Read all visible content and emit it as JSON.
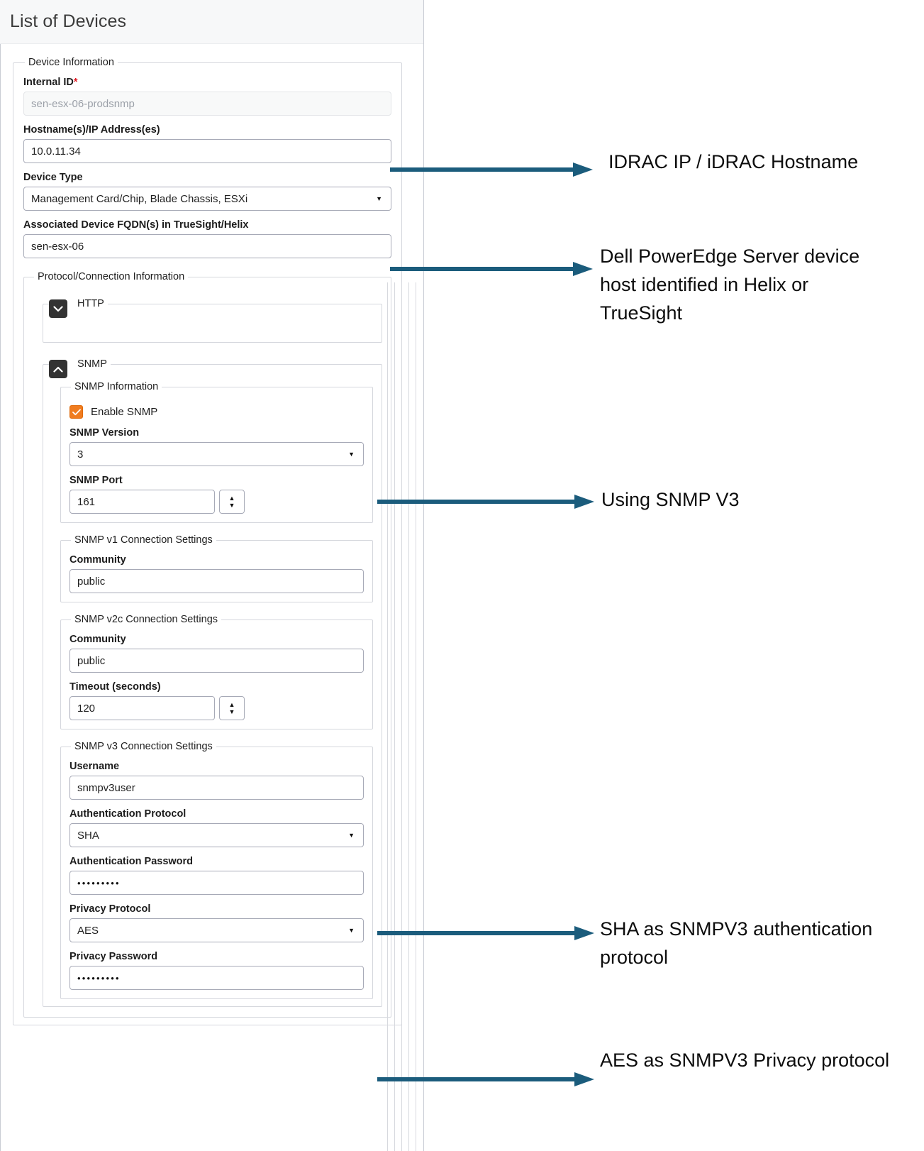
{
  "header": {
    "title": "List of Devices"
  },
  "device_information": {
    "legend": "Device Information",
    "internal_id": {
      "label": "Internal ID",
      "required_marker": "*",
      "placeholder": "sen-esx-06-prodsnmp",
      "value": ""
    },
    "hostname": {
      "label": "Hostname(s)/IP Address(es)",
      "value": "10.0.11.34"
    },
    "device_type": {
      "label": "Device Type",
      "value": "Management Card/Chip, Blade Chassis, ESXi"
    },
    "associated_fqdn": {
      "label": "Associated Device FQDN(s) in TrueSight/Helix",
      "value": "sen-esx-06"
    }
  },
  "protocol": {
    "legend": "Protocol/Connection Information",
    "http": {
      "label": "HTTP",
      "icon": "chevron-down-icon",
      "expanded": false
    },
    "snmp": {
      "label": "SNMP",
      "icon": "chevron-up-icon",
      "expanded": true
    },
    "snmp_information": {
      "legend": "SNMP Information",
      "enable": {
        "label": "Enable SNMP",
        "checked": true
      },
      "version": {
        "label": "SNMP Version",
        "value": "3"
      },
      "port": {
        "label": "SNMP Port",
        "value": "161"
      }
    },
    "snmp_v1": {
      "legend": "SNMP v1 Connection Settings",
      "community": {
        "label": "Community",
        "value": "public"
      }
    },
    "snmp_v2c": {
      "legend": "SNMP v2c Connection Settings",
      "community": {
        "label": "Community",
        "value": "public"
      },
      "timeout": {
        "label": "Timeout (seconds)",
        "value": "120"
      }
    },
    "snmp_v3": {
      "legend": "SNMP v3 Connection Settings",
      "username": {
        "label": "Username",
        "value": "snmpv3user"
      },
      "auth_protocol": {
        "label": "Authentication Protocol",
        "value": "SHA"
      },
      "auth_password": {
        "label": "Authentication Password",
        "value": "•••••••••"
      },
      "privacy_protocol": {
        "label": "Privacy Protocol",
        "value": "AES"
      },
      "privacy_password": {
        "label": "Privacy Password",
        "value": "•••••••••"
      }
    }
  },
  "annotations": {
    "color": "#1b5c7c",
    "items": [
      {
        "text": "IDRAC IP / iDRAC Hostname"
      },
      {
        "text": "Dell PowerEdge Server device host identified in Helix or TrueSight"
      },
      {
        "text": "Using SNMP V3"
      },
      {
        "text": "SHA as SNMPV3 authentication protocol"
      },
      {
        "text": "AES as SNMPV3 Privacy protocol"
      }
    ]
  }
}
